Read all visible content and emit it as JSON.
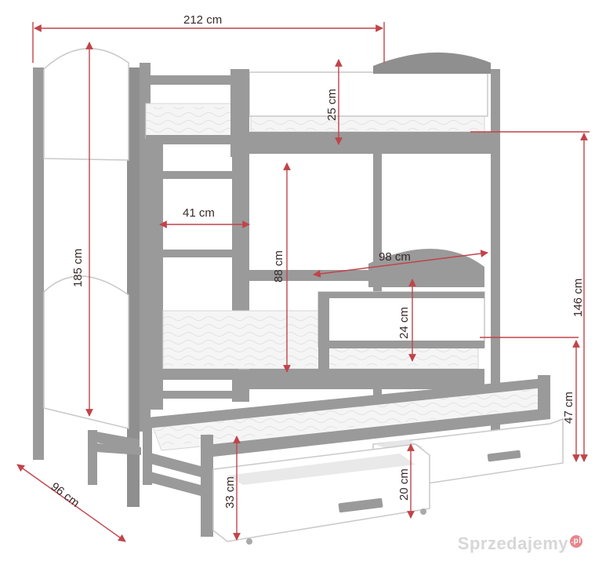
{
  "dimensions": {
    "total_length": "212 cm",
    "total_height": "185 cm",
    "depth": "96 cm",
    "upper_to_floor": "146 cm",
    "guard_height_top": "25 cm",
    "ladder_width": "41 cm",
    "middle_clearance": "88 cm",
    "barrier_length": "98 cm",
    "barrier_height": "24 cm",
    "trundle_height": "47 cm",
    "drawer_height_front": "33 cm",
    "drawer_height_inner": "20 cm"
  },
  "watermark": {
    "brand": "Sprzedajemy",
    "suffix": ".pl"
  },
  "colors": {
    "frame": "#9a9a9a",
    "frame_dark": "#8a8a8a",
    "panel": "#ffffff",
    "mattress": "#f4f4f4",
    "dimension": "#c0444a",
    "text": "#3a2a2a"
  }
}
